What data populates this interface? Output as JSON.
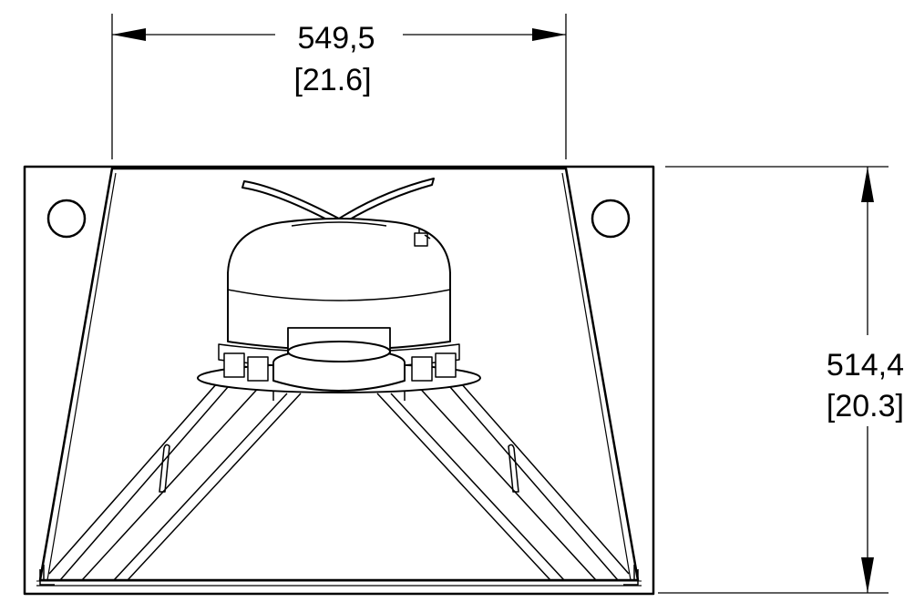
{
  "dimensions": {
    "width": {
      "metric": "549,5",
      "imperial": "[21.6]"
    },
    "height": {
      "metric": "514,4",
      "imperial": "[20.3]"
    }
  },
  "colors": {
    "line": "#000000",
    "background": "#ffffff"
  }
}
